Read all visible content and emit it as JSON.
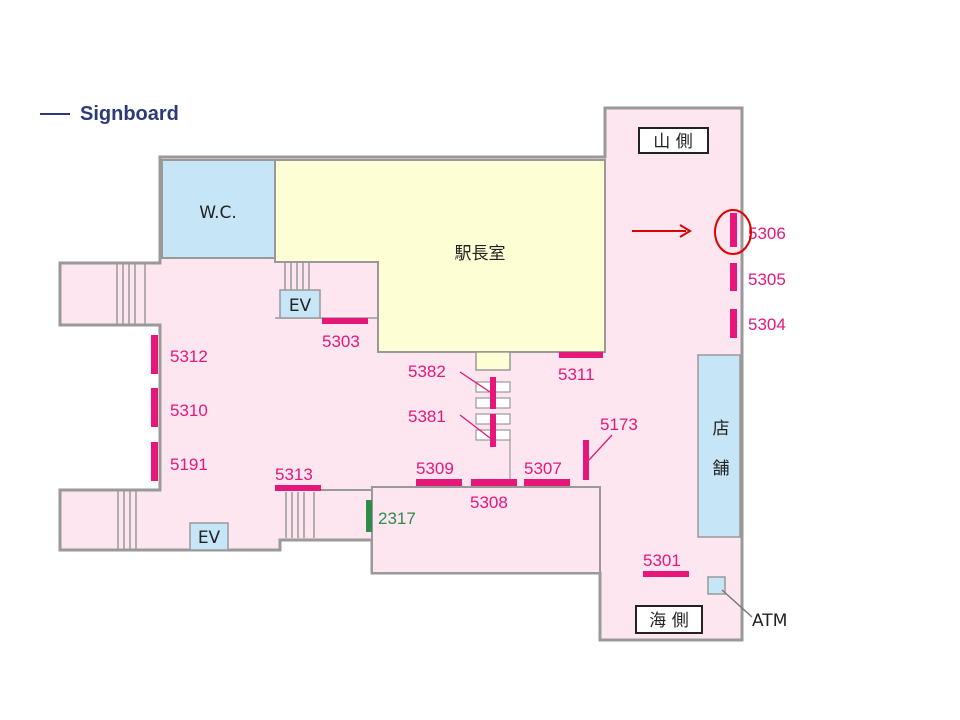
{
  "legend": {
    "label": "Signboard"
  },
  "rooms": {
    "wc": "W.C.",
    "station_master": "駅長室",
    "ev_top": "EV",
    "ev_bottom": "EV",
    "shop_1": "店",
    "shop_2": "舗",
    "atm": "ATM",
    "mountain_side": "山 側",
    "sea_side": "海 側"
  },
  "signs": {
    "s5306": "5306",
    "s5305": "5305",
    "s5304": "5304",
    "s5303": "5303",
    "s5312": "5312",
    "s5310": "5310",
    "s5191": "5191",
    "s5382": "5382",
    "s5381": "5381",
    "s5311": "5311",
    "s5173": "5173",
    "s5313": "5313",
    "s5309": "5309",
    "s5308": "5308",
    "s5307": "5307",
    "s5301": "5301",
    "s2317": "2317"
  },
  "colors": {
    "sign": "#e5177b",
    "green_sign": "#2e8b4a",
    "highlight": "#e00000",
    "floor": "#fde6ef",
    "office": "#fefed4",
    "facility": "#c6e6f7"
  }
}
